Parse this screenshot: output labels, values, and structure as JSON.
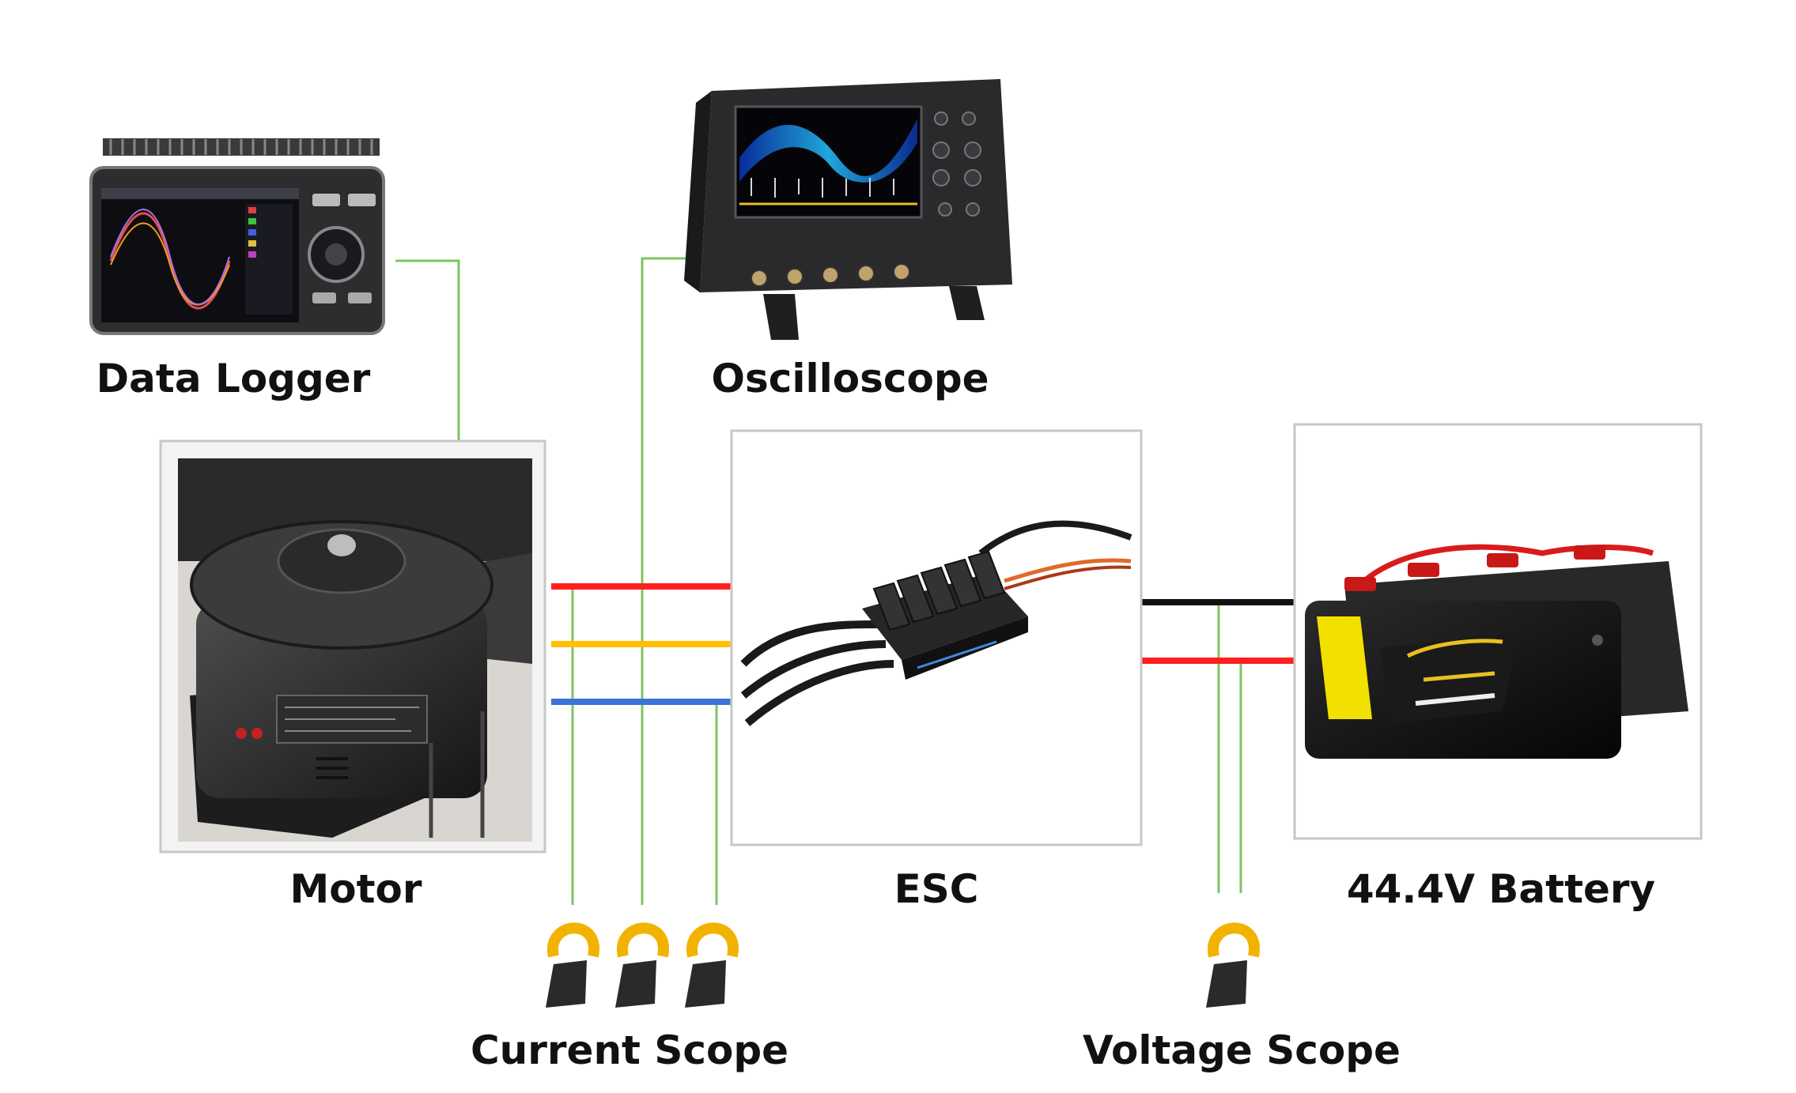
{
  "labels": {
    "data_logger": "Data Logger",
    "oscilloscope": "Oscilloscope",
    "motor": "Motor",
    "esc": "ESC",
    "battery": "44.4V Battery",
    "current_scope": "Current Scope",
    "voltage_scope": "Voltage Scope"
  },
  "colors": {
    "phase_a": "#ff1f1f",
    "phase_b": "#ffc000",
    "phase_c": "#3b73d8",
    "signal": "#7dc462",
    "dc_negative": "#111111",
    "dc_positive": "#ff1f1f",
    "clamp": "#f2b300",
    "frame": "#c7c7c7"
  }
}
